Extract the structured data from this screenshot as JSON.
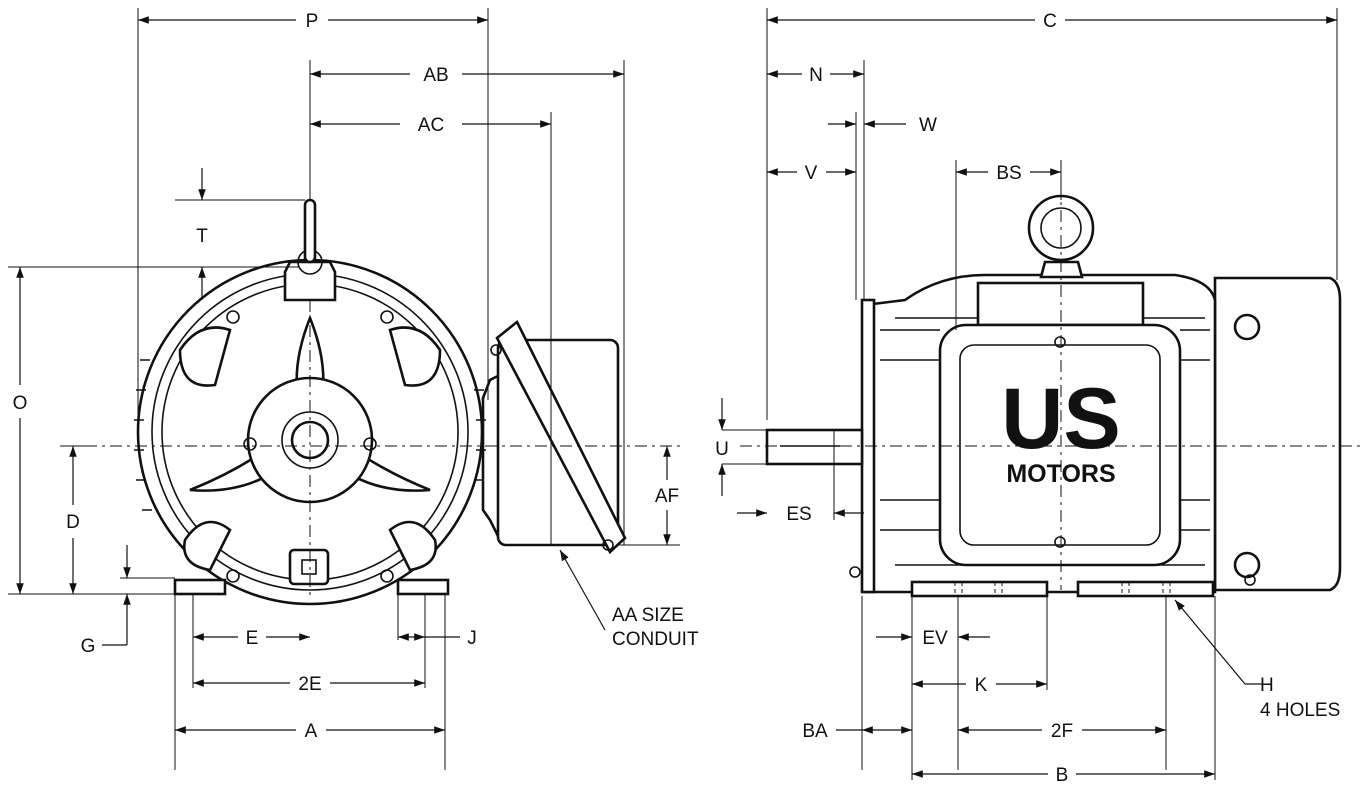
{
  "labels": {
    "P": "P",
    "AB": "AB",
    "AC": "AC",
    "T": "T",
    "O": "O",
    "D": "D",
    "G": "G",
    "E": "E",
    "J": "J",
    "E2": "2E",
    "A": "A",
    "AF": "AF",
    "C": "C",
    "N": "N",
    "W": "W",
    "V": "V",
    "BS": "BS",
    "U": "U",
    "ES": "ES",
    "EV": "EV",
    "K": "K",
    "BA": "BA",
    "F2": "2F",
    "B": "B"
  },
  "notes": {
    "conduit_line1": "AA SIZE",
    "conduit_line2": "CONDUIT",
    "holes_line1": "H",
    "holes_line2": "4 HOLES"
  },
  "logo": {
    "big": "US",
    "small": "MOTORS"
  }
}
